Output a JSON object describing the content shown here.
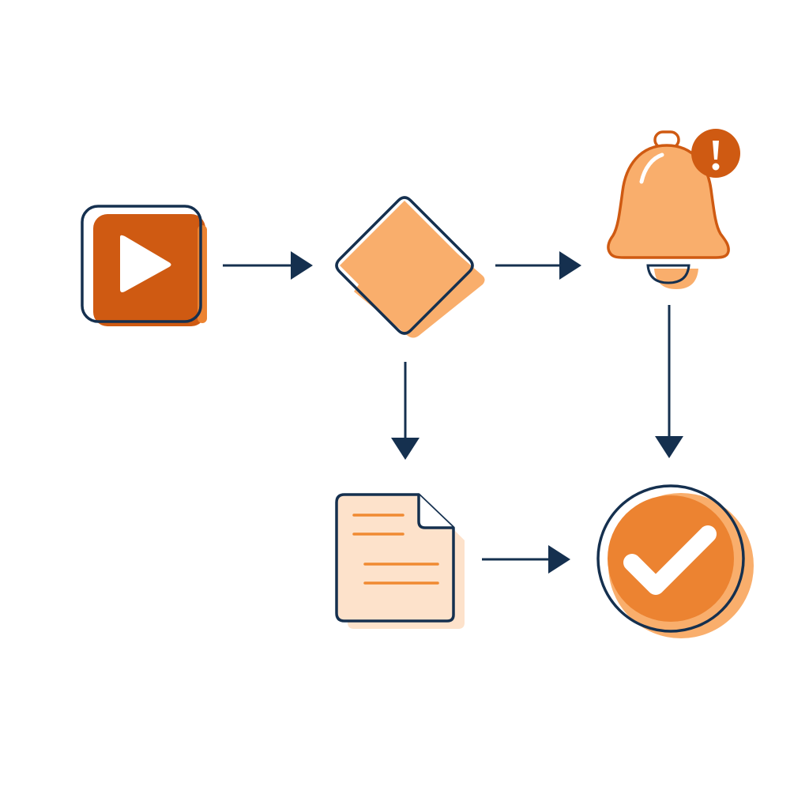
{
  "colors": {
    "background": "#ffffff",
    "outline": "#15304f",
    "orange_dark": "#cf5a12",
    "orange_mid": "#ec8331",
    "orange_light": "#f9ae6c",
    "peach": "#fde2cb",
    "doc_line": "#f08a32",
    "white": "#ffffff"
  },
  "nodes": [
    {
      "id": "start",
      "kind": "start",
      "icon": "play-icon"
    },
    {
      "id": "decision",
      "kind": "decision",
      "icon": "diamond-icon"
    },
    {
      "id": "alert",
      "kind": "notification",
      "icon": "bell-icon",
      "badge": "!"
    },
    {
      "id": "document",
      "kind": "document",
      "icon": "document-icon"
    },
    {
      "id": "done",
      "kind": "end",
      "icon": "checkmark-icon"
    }
  ],
  "edges": [
    {
      "from": "start",
      "to": "decision"
    },
    {
      "from": "decision",
      "to": "alert"
    },
    {
      "from": "decision",
      "to": "document"
    },
    {
      "from": "alert",
      "to": "done"
    },
    {
      "from": "document",
      "to": "done"
    }
  ]
}
